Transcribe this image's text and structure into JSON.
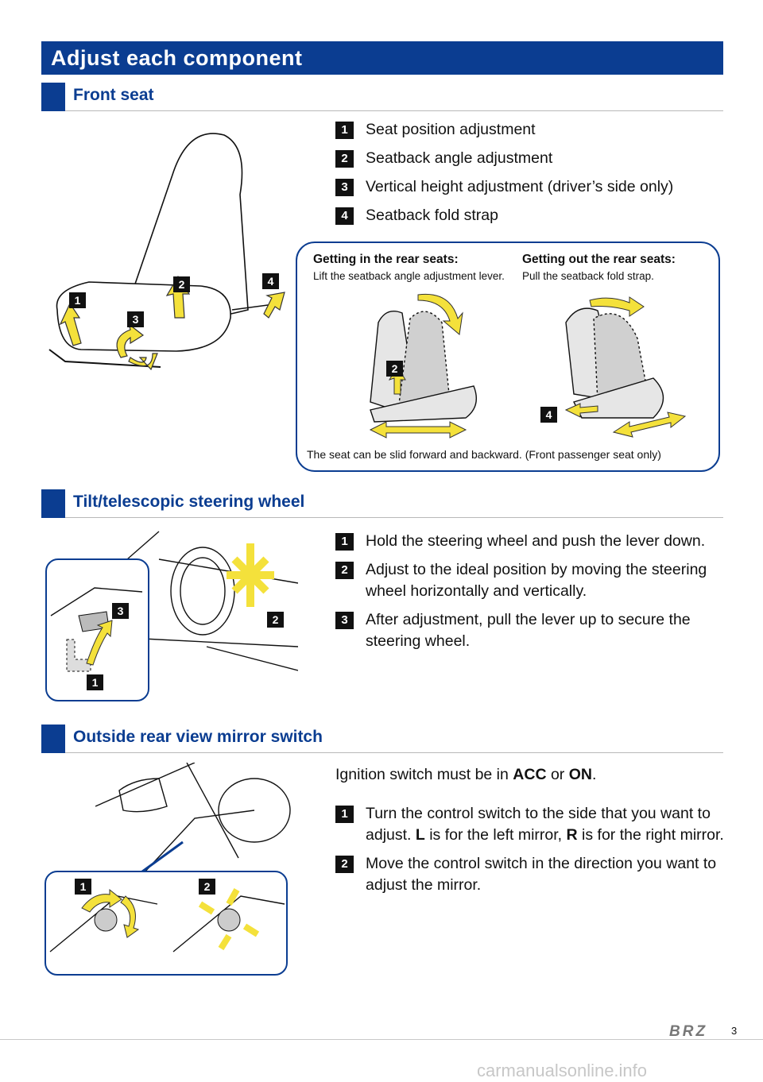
{
  "page_title": "Adjust each component",
  "front_seat": {
    "heading": "Front seat",
    "steps": [
      {
        "num": "1",
        "text": "Seat position adjustment"
      },
      {
        "num": "2",
        "text": "Seatback angle adjustment"
      },
      {
        "num": "3",
        "text": "Vertical height adjustment (driver’s side only)"
      },
      {
        "num": "4",
        "text": "Seatback fold strap"
      }
    ],
    "callout": {
      "in_title": "Getting in the rear seats:",
      "in_desc": "Lift the seatback angle adjustment lever.",
      "out_title": "Getting out the rear seats:",
      "out_desc": "Pull the seatback fold strap.",
      "footnote": "The seat can be slid forward and backward. (Front passenger seat only)",
      "badge_in": "2",
      "badge_out": "4"
    },
    "badges": [
      "1",
      "2",
      "3",
      "4"
    ]
  },
  "steering": {
    "heading": "Tilt/telescopic steering wheel",
    "steps": [
      {
        "num": "1",
        "text": "Hold the steering wheel and push the lever down."
      },
      {
        "num": "2",
        "text": "Adjust to the ideal position by moving the steering wheel horizontally and vertically."
      },
      {
        "num": "3",
        "text": "After adjustment, pull the lever up to secure the steering wheel."
      }
    ],
    "badges": [
      "1",
      "2",
      "3"
    ]
  },
  "mirror": {
    "heading": "Outside rear view mirror switch",
    "intro_a": "Ignition switch must be in ",
    "intro_acc": "ACC",
    "intro_or": " or ",
    "intro_on": "ON",
    "intro_end": ".",
    "step1": {
      "num": "1",
      "a": "Turn the control switch to the side that you want to adjust. ",
      "L": "L",
      "b": " is for the left mirror, ",
      "R": "R",
      "c": " is for the right mirror."
    },
    "step2": {
      "num": "2",
      "text": "Move the control switch in the direction you want to adjust the mirror."
    },
    "badges": [
      "1",
      "2"
    ]
  },
  "footer": {
    "brand": "BRZ",
    "page_number": "3",
    "watermark": "carmanualsonline.info"
  },
  "colors": {
    "brand_blue": "#0b3d91",
    "arrow_yellow": "#f4e13b",
    "badge_black": "#111111"
  }
}
